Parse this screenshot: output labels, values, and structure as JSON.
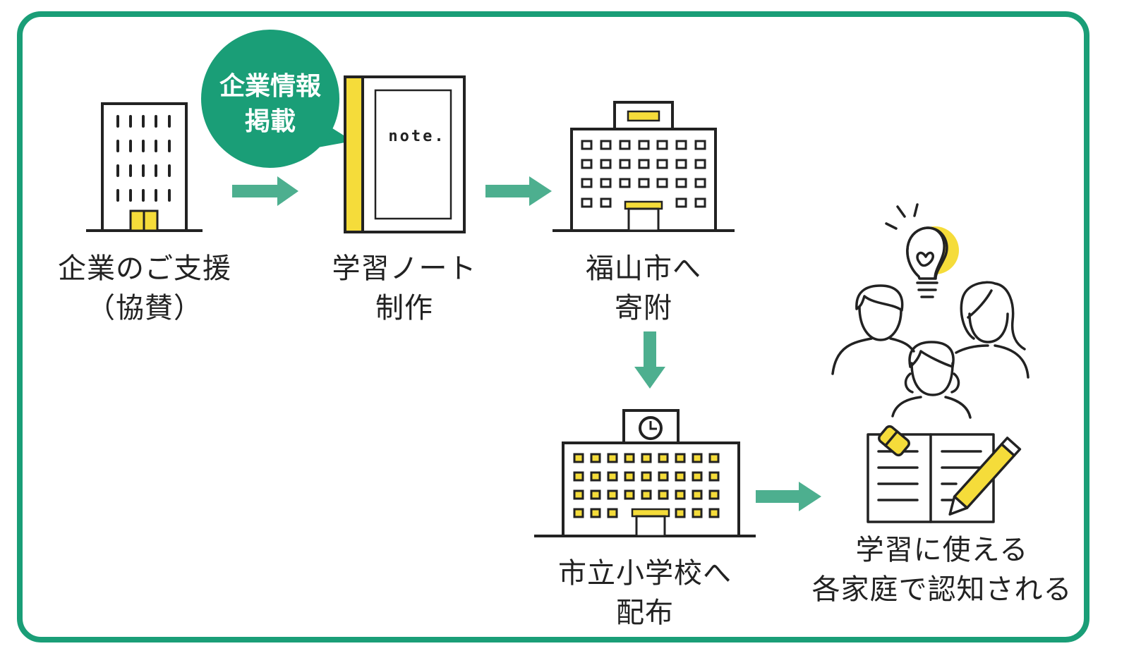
{
  "colors": {
    "frame": "#1a9e77",
    "arrow": "#4daf8f",
    "accent_yellow": "#f5dc3a",
    "ink": "#222222"
  },
  "steps": [
    {
      "id": "company",
      "lines": [
        "企業のご支援",
        "（協賛）"
      ],
      "icon": "office-building-icon"
    },
    {
      "id": "notebook",
      "lines": [
        "学習ノート",
        "制作"
      ],
      "icon": "notebook-icon"
    },
    {
      "id": "city",
      "lines": [
        "福山市へ",
        "寄附"
      ],
      "icon": "city-hall-icon"
    },
    {
      "id": "school",
      "lines": [
        "市立小学校へ",
        "配布"
      ],
      "icon": "school-building-icon"
    },
    {
      "id": "families",
      "lines": [
        "学習に使える",
        "各家庭で認知される"
      ],
      "icon": "family-learning-icon"
    }
  ],
  "callout": {
    "lines": [
      "企業情報",
      "掲載"
    ]
  },
  "notebook_cover_text": "note.",
  "arrows": [
    {
      "from": "company",
      "to": "notebook",
      "direction": "right"
    },
    {
      "from": "notebook",
      "to": "city",
      "direction": "right"
    },
    {
      "from": "city",
      "to": "school",
      "direction": "down"
    },
    {
      "from": "school",
      "to": "families",
      "direction": "right"
    }
  ]
}
